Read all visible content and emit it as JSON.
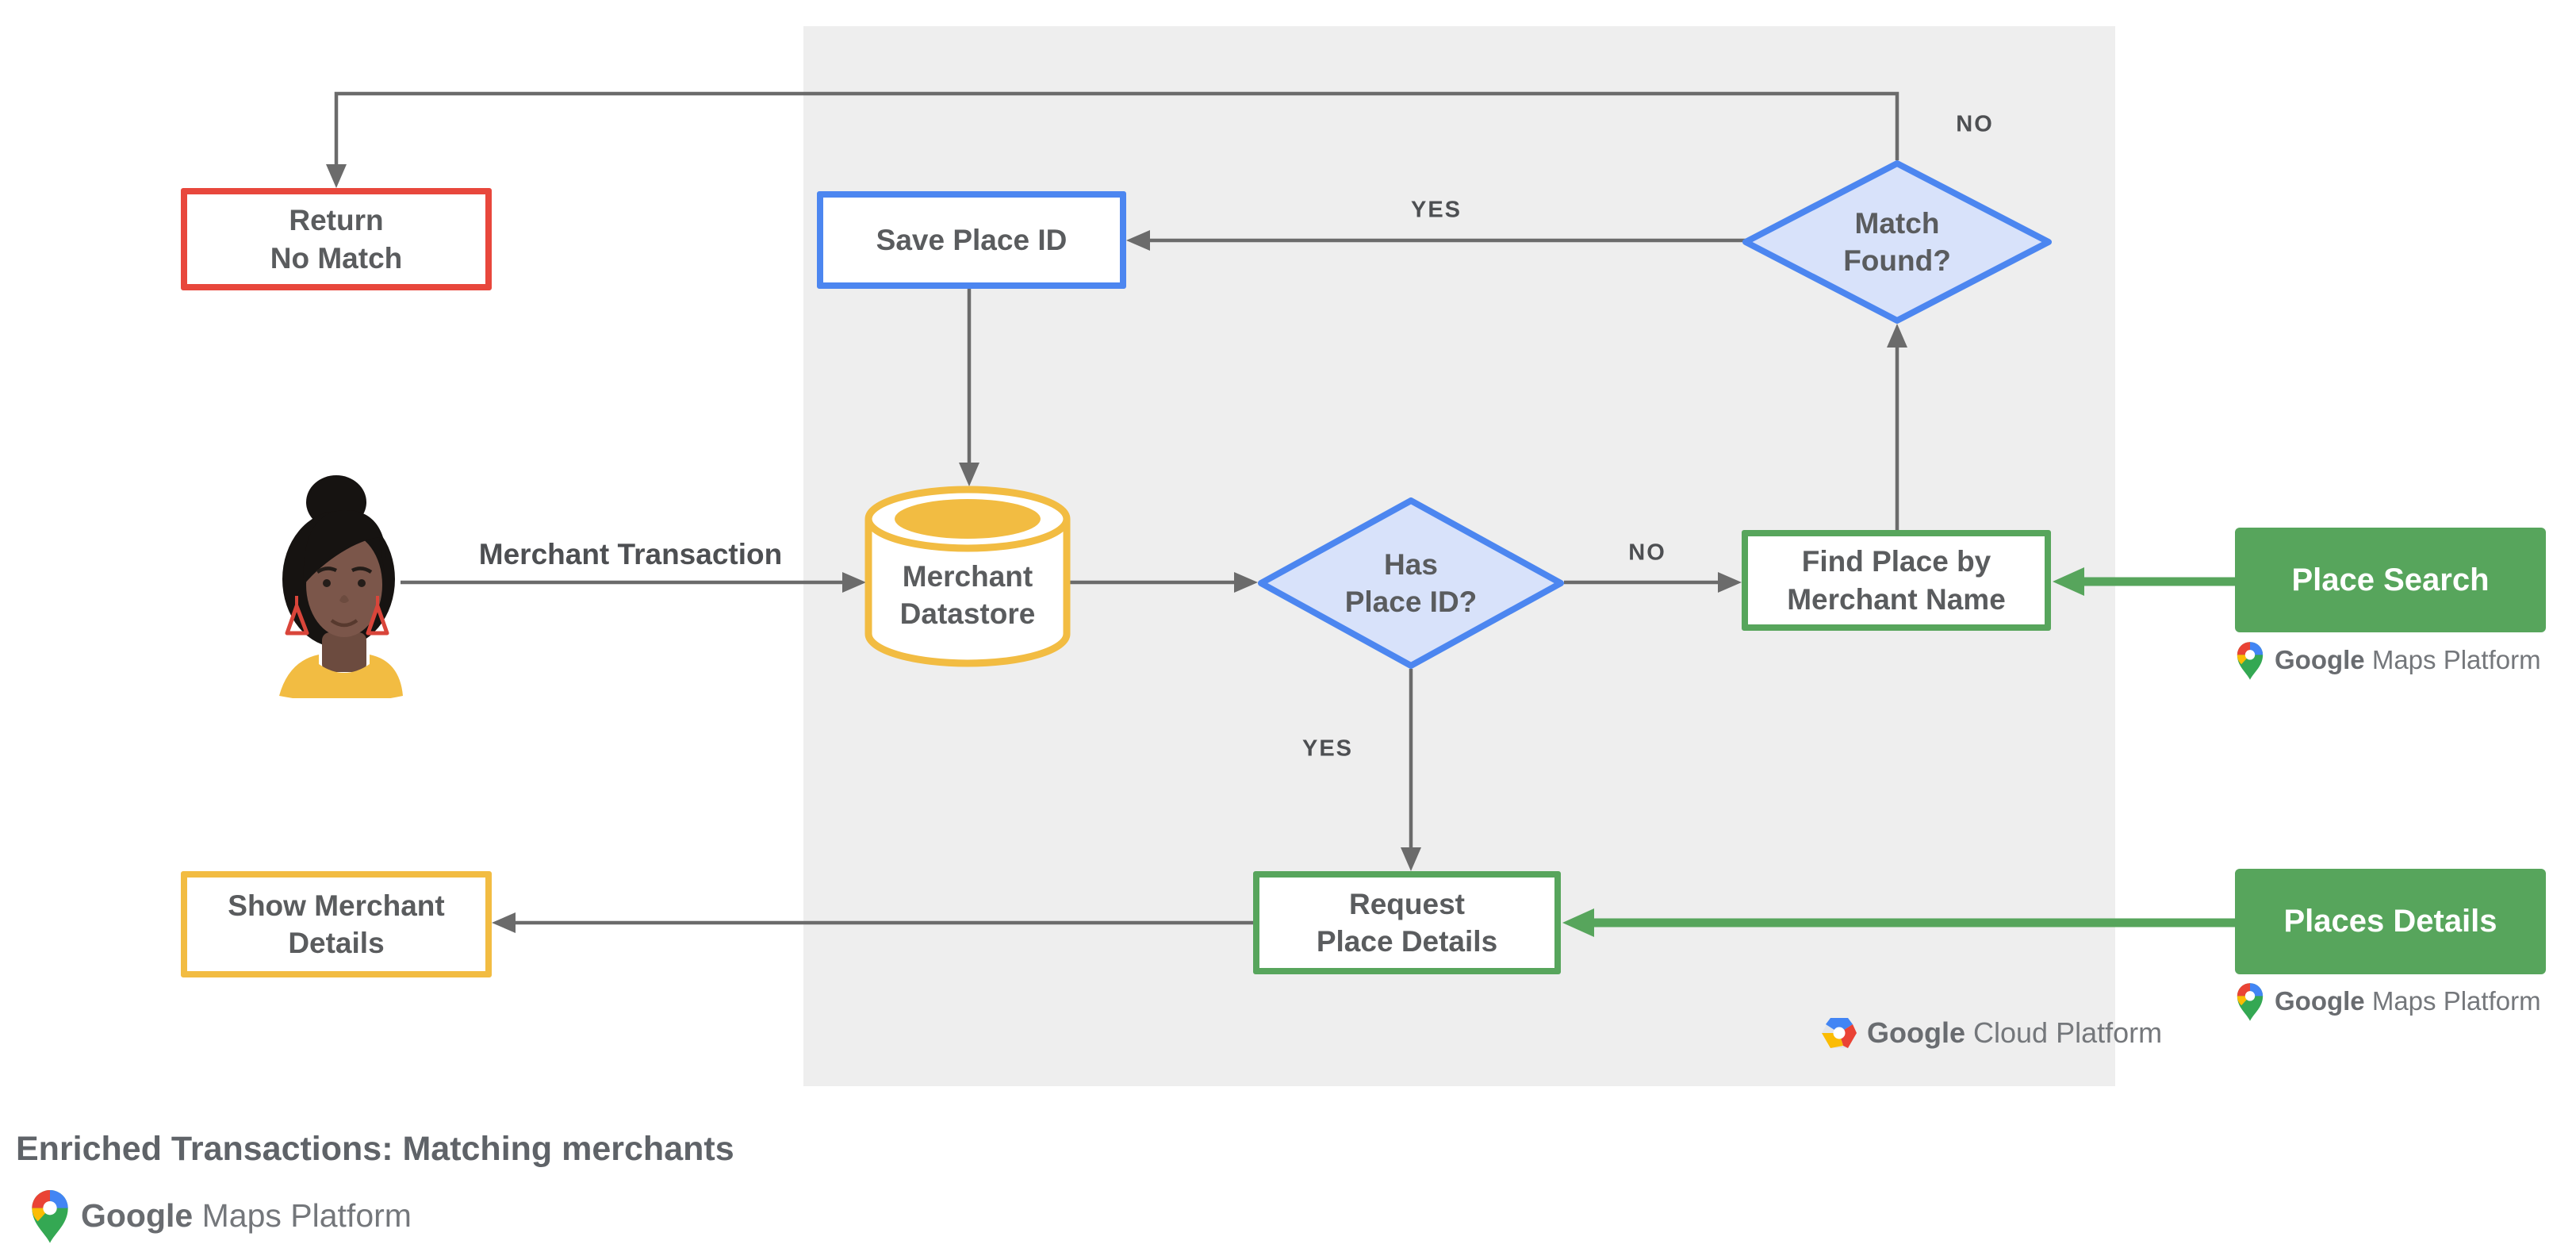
{
  "colors": {
    "panel_bg": "#EEEEEE",
    "red": "#E8473C",
    "blue_border": "#4C86F0",
    "blue_fill": "#D8E2FA",
    "yellow": "#F2BC42",
    "green": "#57A55C",
    "arrow_gray": "#6B6B6B",
    "node_text": "#5A5C5E"
  },
  "nodes": {
    "return_no_match": {
      "label": "Return\nNo Match"
    },
    "save_place_id": {
      "label": "Save Place ID"
    },
    "match_found": {
      "label": "Match\nFound?"
    },
    "merchant_datastore": {
      "label": "Merchant\nDatastore"
    },
    "has_place_id": {
      "label": "Has\nPlace ID?"
    },
    "find_place": {
      "label": "Find Place by\nMerchant Name"
    },
    "place_search": {
      "label": "Place Search"
    },
    "request_place_details": {
      "label": "Request\nPlace Details"
    },
    "places_details": {
      "label": "Places Details"
    },
    "show_merchant_details": {
      "label": "Show Merchant\nDetails"
    }
  },
  "edge_labels": {
    "merchant_transaction": "Merchant Transaction",
    "match_found_yes": "YES",
    "match_found_no": "NO",
    "has_place_id_yes": "YES",
    "has_place_id_no": "NO"
  },
  "logos": {
    "gcp": {
      "part1": "Google",
      "part2": "Cloud Platform"
    },
    "gmp": {
      "part1": "Google",
      "part2": "Maps Platform"
    }
  },
  "footer": {
    "title": "Enriched Transactions: Matching merchants"
  }
}
